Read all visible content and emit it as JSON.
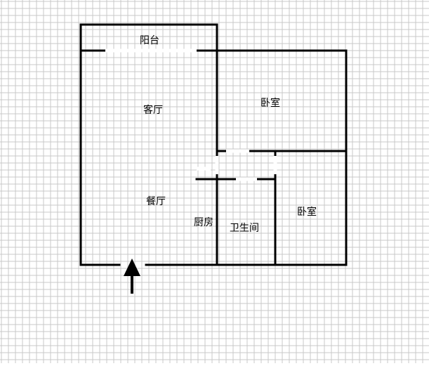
{
  "floorplan": {
    "rooms": {
      "balcony": "阳台",
      "living_room": "客厅",
      "bedroom_top": "卧室",
      "dining_room": "餐厅",
      "kitchen": "厨房",
      "bathroom": "卫生间",
      "bedroom_bottom": "卧室"
    },
    "entrance_icon": "entrance-arrow-icon"
  },
  "colors": {
    "background": "#ffffff",
    "grid": "#c8c8c8",
    "wall": "#000000",
    "opening": "#ffffff"
  }
}
